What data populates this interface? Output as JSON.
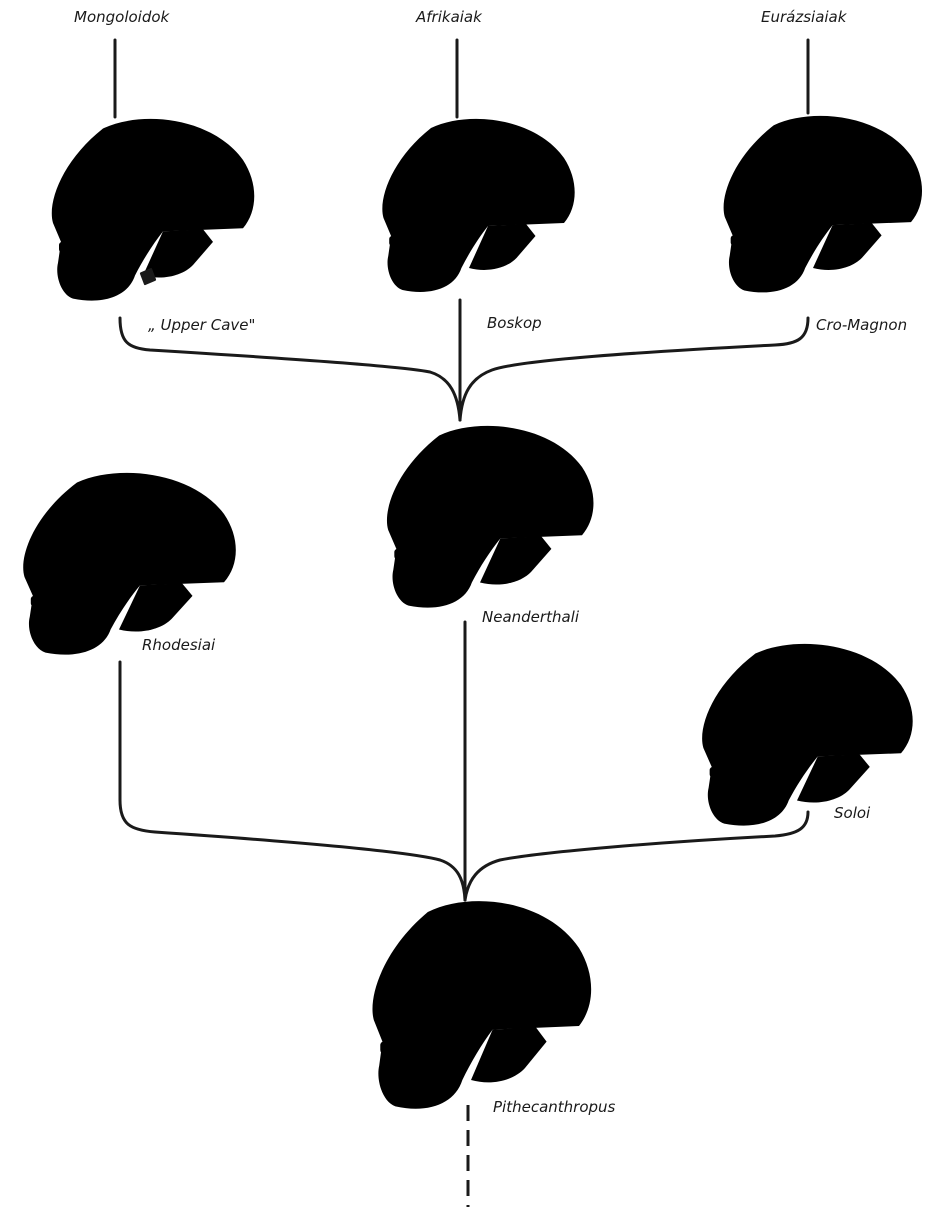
{
  "labels": {
    "mongoloidok": "Mongoloidok",
    "afrikaiak": "Afrikaiak",
    "eurazsiaiak": "Eurázsiaiak",
    "upper_cave": "„ Upper Cave\"",
    "boskop": "Boskop",
    "cro_magnon": "Cro-Magnon",
    "rhodesiai": "Rhodesiai",
    "neanderthali": "Neanderthali",
    "soloi": "Soloi",
    "pithecanthropus": "Pithecanthropus"
  },
  "colors": {
    "ink": "#1a1a1a",
    "background": "#ffffff"
  },
  "icons": {
    "skulls": [
      "upper-cave-skull-icon",
      "boskop-skull-icon",
      "cro-magnon-skull-icon",
      "rhodesiai-skull-icon",
      "neanderthali-skull-icon",
      "soloi-skull-icon",
      "pithecanthropus-skull-icon"
    ]
  }
}
